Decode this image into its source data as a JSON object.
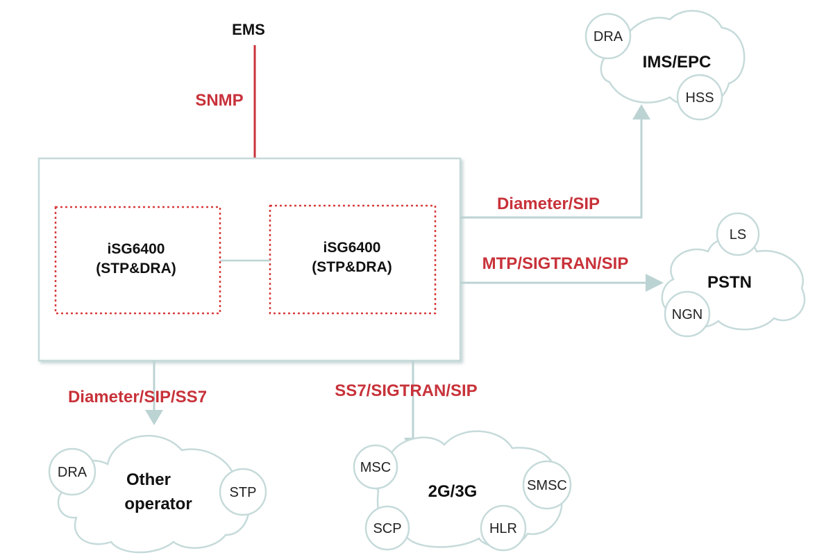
{
  "ems": {
    "label": "EMS",
    "protocol": "SNMP"
  },
  "main_box": {
    "left_unit": {
      "line1": "iSG6400",
      "line2": "(STP&DRA)"
    },
    "right_unit": {
      "line1": "iSG6400",
      "line2": "(STP&DRA)"
    }
  },
  "links": {
    "ims_epc": "Diameter/SIP",
    "pstn": "MTP/SIGTRAN/SIP",
    "other_operator": "Diameter/SIP/SS7",
    "mobile": "SS7/SIGTRAN/SIP"
  },
  "clouds": {
    "ims_epc": {
      "title": "IMS/EPC",
      "nodes": [
        "DRA",
        "HSS"
      ]
    },
    "pstn": {
      "title": "PSTN",
      "nodes": [
        "LS",
        "NGN"
      ]
    },
    "other_operator": {
      "title_line1": "Other",
      "title_line2": "operator",
      "nodes": [
        "DRA",
        "STP"
      ]
    },
    "mobile": {
      "title": "2G/3G",
      "nodes": [
        "MSC",
        "SMSC",
        "SCP",
        "HLR"
      ]
    }
  },
  "colors": {
    "accent_red": "#c8323a",
    "line": "#bcd3d3",
    "box_border": "#c6dada",
    "cloud_border": "#c6dada"
  }
}
